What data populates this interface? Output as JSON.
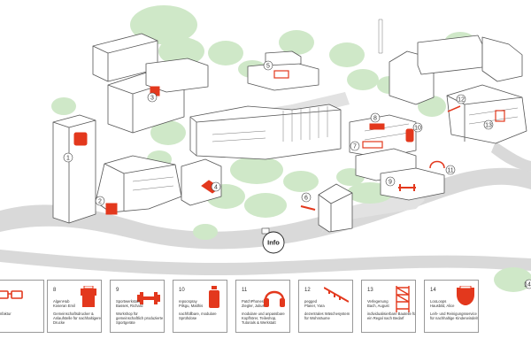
{
  "map": {
    "info_label": "Info",
    "markers": [
      "1",
      "2",
      "3",
      "4",
      "5",
      "6",
      "7",
      "8",
      "9",
      "10",
      "11",
      "12",
      "13"
    ],
    "edge_marker": "14"
  },
  "legend": [
    {
      "number": "",
      "title": "brillenfaktur\nteil",
      "description": "",
      "icon": "glasses-icon"
    },
    {
      "number": "8",
      "title": "AlgenHub\nKoseran Emil",
      "description": "Gemeinschaftsdrucker & Anlaufstelle für nachhaltigere Drucke",
      "icon": "printer-icon"
    },
    {
      "number": "9",
      "title": "Sportwerkstatt\nBassek, Richard",
      "description": "Workshop für gemeinschaftlich produzierte Sportgeräte",
      "icon": "dumbbell-icon"
    },
    {
      "number": "10",
      "title": "repocspray\nPilsgu, Matthis",
      "description": "nachfüllbare, modulare Sprühdose",
      "icon": "spray-bottle-icon"
    },
    {
      "number": "11",
      "title": "PatchPhones\nZiegler, Julius",
      "description": "modulare und anpassbare Kopfhörer, Teileshop, Tutorials & Werkstatt",
      "icon": "headphones-icon"
    },
    {
      "number": "12",
      "title": "pegged\nPlaner, Yara",
      "description": "dezentrales Wäschesystem für Wohnräume",
      "icon": "drying-rack-icon"
    },
    {
      "number": "13",
      "title": "Verlegenung\nBach, August",
      "description": "individualisierbare Bauteile für ein Regal nach Bedarf",
      "icon": "shelf-icon"
    },
    {
      "number": "14",
      "title": "LooLoops\nHausbild, Alice",
      "description": "Leih- und Reinigungsservice für nachhaltige Kinderwindeln",
      "icon": "diaper-icon"
    }
  ],
  "colors": {
    "accent": "#e3381d",
    "road": "#d9d9d9",
    "tree": "#cfe8c8",
    "outline": "#555555"
  }
}
